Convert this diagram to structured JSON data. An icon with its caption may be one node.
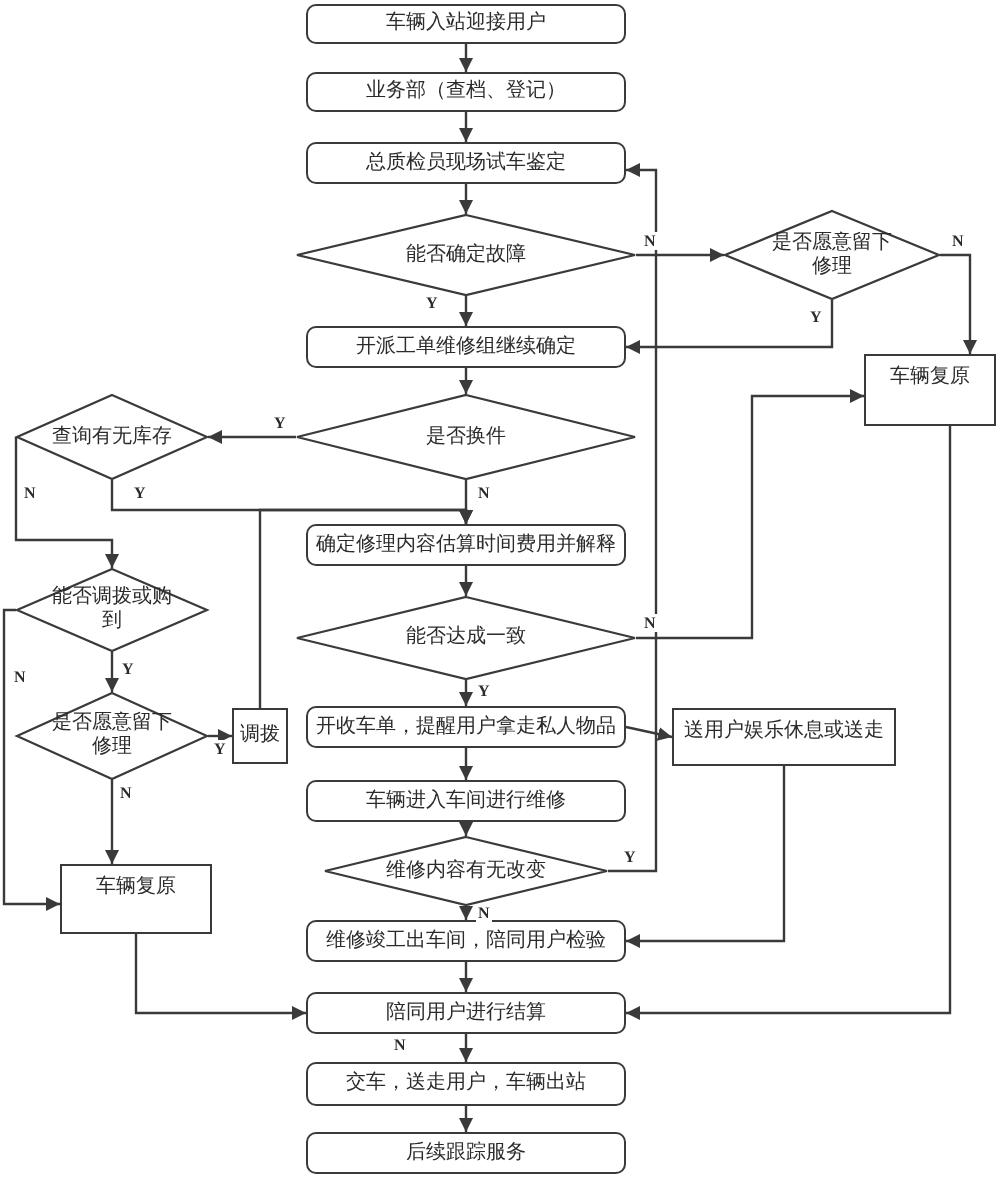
{
  "diagram": {
    "nodes": [
      {
        "text": [
          "车辆入站迎接用户"
        ]
      },
      {
        "text": [
          "业务部（查档、登记）"
        ]
      },
      {
        "text": [
          "总质检员现场试车鉴定"
        ]
      },
      {
        "text": [
          "能否确定故障"
        ]
      },
      {
        "text": [
          "是否愿意留下修理"
        ]
      },
      {
        "text": [
          "开派工单维修组继续确定"
        ]
      },
      {
        "text": [
          "车辆复原"
        ]
      },
      {
        "text": [
          "查询有无库存"
        ]
      },
      {
        "text": [
          "是否换件"
        ]
      },
      {
        "text": [
          "确定修理内容估算时间费用并解释"
        ]
      },
      {
        "text": [
          "能否调拨或购到"
        ]
      },
      {
        "text": [
          "能否达成一致"
        ]
      },
      {
        "text": [
          "是否愿意留下修理"
        ]
      },
      {
        "text": [
          "调拨"
        ]
      },
      {
        "text": [
          "开收车单，提醒用户拿走私人物品"
        ]
      },
      {
        "text": [
          "送用户娱乐休息或送走"
        ]
      },
      {
        "text": [
          "车辆进入车间进行维修"
        ]
      },
      {
        "text": [
          "维修内容有无改变"
        ]
      },
      {
        "text": [
          "车辆复原"
        ]
      },
      {
        "text": [
          "维修竣工出车间，陪同用户检验"
        ]
      },
      {
        "text": [
          "陪同用户进行结算"
        ]
      },
      {
        "text": [
          "交车，送走用户，车辆出站"
        ]
      },
      {
        "text": [
          "后续跟踪服务"
        ]
      }
    ],
    "edges": [
      {
        "from": 0,
        "to": 1,
        "arrow": "to"
      },
      {
        "from": 1,
        "to": 2,
        "arrow": "to"
      },
      {
        "from": 2,
        "to": 3,
        "arrow": "to"
      },
      {
        "from": 3,
        "to": 5,
        "arrow": "to",
        "label": "Y"
      },
      {
        "from": 3,
        "to": 4,
        "arrow": "to",
        "label": "N"
      },
      {
        "from": 4,
        "to": 5,
        "arrow": "to",
        "label": "Y"
      },
      {
        "from": 4,
        "to": 6,
        "arrow": "to",
        "label": "N"
      },
      {
        "from": 5,
        "to": 8,
        "arrow": "to"
      },
      {
        "from": 8,
        "to": 7,
        "arrow": "to",
        "label": "Y"
      },
      {
        "from": 8,
        "to": 9,
        "arrow": "to",
        "label": "N"
      },
      {
        "from": 7,
        "to": 9,
        "arrow": "to",
        "label": "Y"
      },
      {
        "from": 7,
        "to": 10,
        "arrow": "to",
        "label": "N"
      },
      {
        "from": 13,
        "to": 9,
        "arrow": "to"
      },
      {
        "from": 9,
        "to": 11,
        "arrow": "to"
      },
      {
        "from": 10,
        "to": 12,
        "arrow": "to",
        "label": "Y"
      },
      {
        "from": 10,
        "to": 18,
        "arrow": "to",
        "label": "N"
      },
      {
        "from": 12,
        "to": 13,
        "arrow": "to",
        "label": "Y"
      },
      {
        "from": 12,
        "to": 18,
        "arrow": "to",
        "label": "N"
      },
      {
        "from": 11,
        "to": 6,
        "arrow": "to",
        "label": "N"
      },
      {
        "from": 11,
        "to": 14,
        "arrow": "to",
        "label": "Y"
      },
      {
        "from": 14,
        "to": 15,
        "arrow": "to"
      },
      {
        "from": 14,
        "to": 16,
        "arrow": "to"
      },
      {
        "from": 15,
        "to": 19,
        "arrow": "to"
      },
      {
        "from": 16,
        "to": 17,
        "arrow": "to"
      },
      {
        "from": 17,
        "to": 19,
        "arrow": "to",
        "label": "N"
      },
      {
        "from": 17,
        "to": 2,
        "arrow": "to",
        "label": "Y"
      },
      {
        "from": 6,
        "to": 20,
        "arrow": "to"
      },
      {
        "from": 18,
        "to": 20,
        "arrow": "to"
      },
      {
        "from": 19,
        "to": 20,
        "arrow": "to"
      },
      {
        "from": 20,
        "to": 21,
        "arrow": "to",
        "label": "N"
      },
      {
        "from": 21,
        "to": 22,
        "arrow": "to"
      }
    ]
  }
}
